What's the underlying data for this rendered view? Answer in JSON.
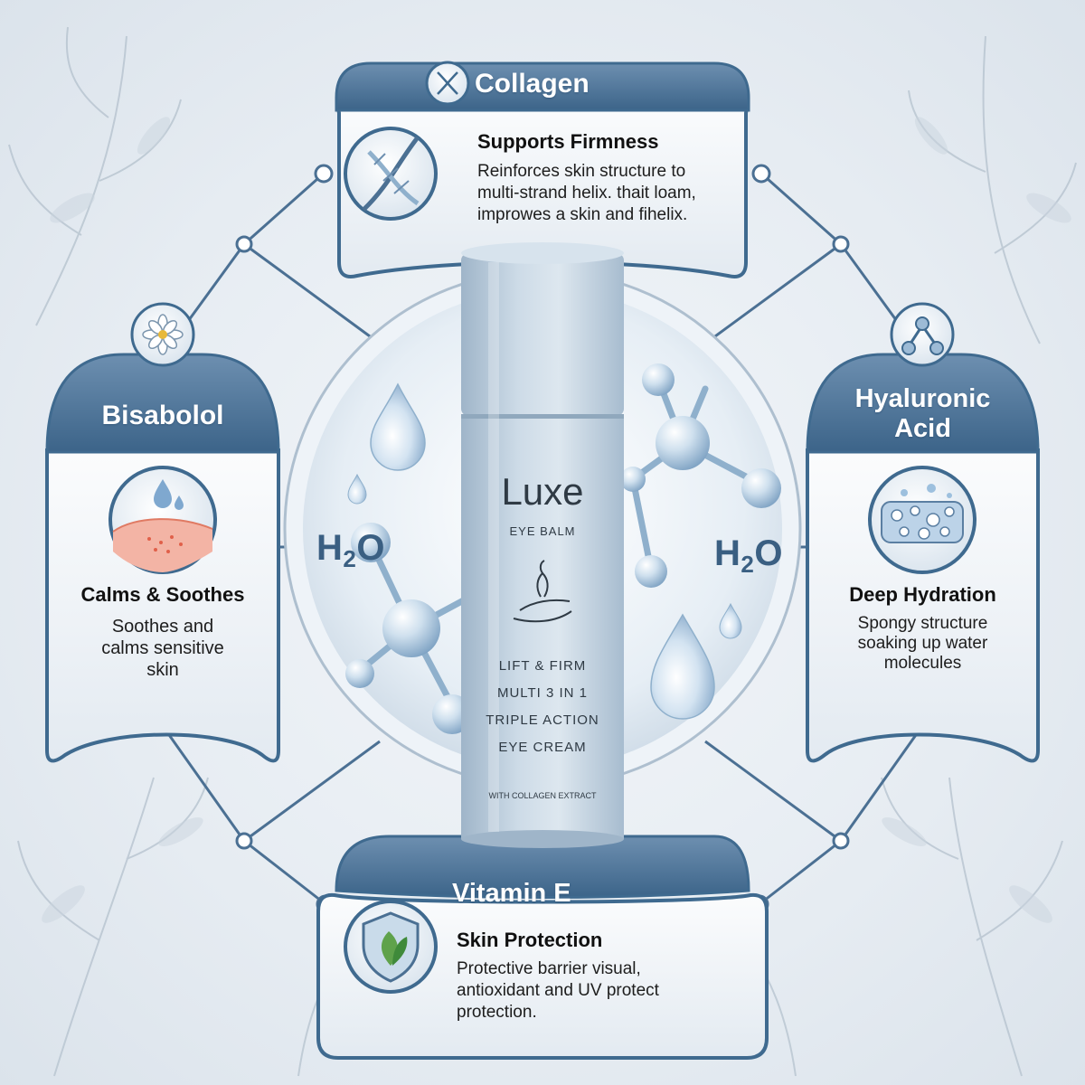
{
  "colors": {
    "accent": "#3f6a8f",
    "panel": "#f4f7fa",
    "bottle": "#bfd0df"
  },
  "collagen": {
    "title": "Collagen",
    "icon": "dna-icon",
    "heading": "Supports Firmness",
    "lines": [
      "Reinforces skin structure to",
      "multi-strand helix. thait loam,",
      "improwes a skin and fihelix."
    ]
  },
  "bisabolol": {
    "title": "Bisabolol",
    "icon": "flower-icon",
    "heading": "Calms & Soothes",
    "lines": [
      "Soothes and",
      "calms sensitive",
      "skin"
    ]
  },
  "hyaluronic": {
    "title_lines": [
      "Hyaluronic",
      "Acid"
    ],
    "icon": "molecule-icon",
    "heading": "Deep Hydration",
    "lines": [
      "Spongy structure",
      "soaking up water",
      "molecules"
    ]
  },
  "vitamin_e": {
    "title": "Vitamin E",
    "icon": "shield-leaf-icon",
    "heading": "Skin Protection",
    "lines": [
      "Protective barrier visual,",
      "antioxidant and UV protect",
      "protection."
    ]
  },
  "h2o": {
    "base": "H",
    "sub": "2",
    "tail": "O"
  },
  "bottle": {
    "brand": "Luxe",
    "product": "EYE BALM",
    "claims": [
      "LIFT & FIRM",
      "MULTI 3 IN 1",
      "TRIPLE ACTION",
      "EYE CREAM"
    ],
    "footnote": "WITH COLLAGEN EXTRACT"
  }
}
